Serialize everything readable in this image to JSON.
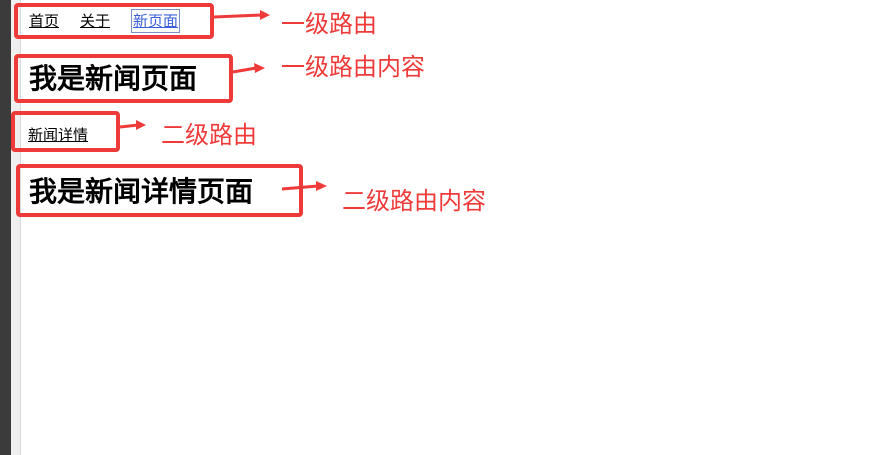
{
  "nav": {
    "links": [
      "首页",
      "关于",
      "新页面"
    ],
    "active_index": 2
  },
  "page": {
    "heading": "我是新闻页面"
  },
  "sub_nav": {
    "links": [
      "新闻详情"
    ]
  },
  "sub_page": {
    "heading": "我是新闻详情页面"
  },
  "annotations": {
    "level1_route": "一级路由",
    "level1_content": "一级路由内容",
    "level2_route": "二级路由",
    "level2_content": "二级路由内容"
  },
  "colors": {
    "annotation": "#ef3a3a",
    "active_link": "#3a5fd9"
  }
}
